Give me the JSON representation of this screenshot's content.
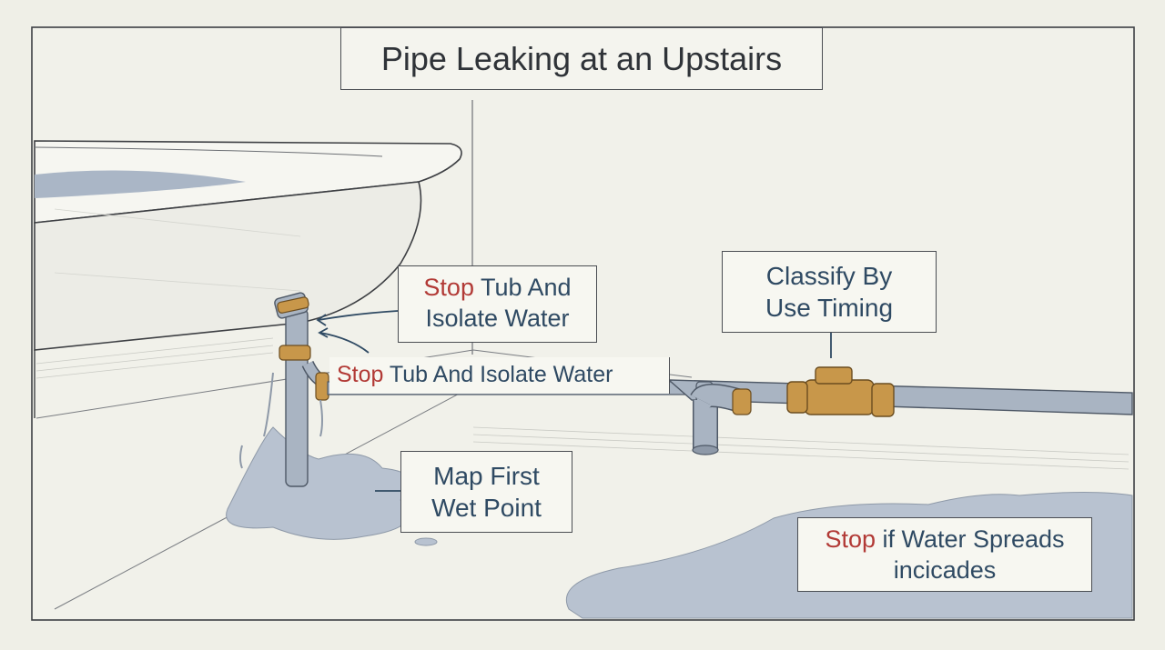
{
  "title": "Pipe Leaking at an Upstairs",
  "labels": {
    "stop_tub_box": {
      "stop_word": "Stop",
      "rest_line1": " Tub And",
      "line2": "Isolate Water"
    },
    "stop_tub_inline": {
      "stop_word": "Stop",
      "rest": " Tub And Isolate Water"
    },
    "classify": {
      "line1": "Classify By",
      "line2": "Use Timing"
    },
    "map_wet": {
      "line1": "Map First",
      "line2": "Wet Point"
    },
    "stop_spread": {
      "stop_word": "Stop",
      "rest_line1": " if Water Spreads",
      "line2": "incicades"
    }
  },
  "colors": {
    "background": "#efefe7",
    "stop_red": "#b23a36",
    "label_text": "#2f4a63",
    "pipe": "#a9b4c2",
    "fitting_brass": "#c8974a",
    "water": "#b8c2d0"
  }
}
